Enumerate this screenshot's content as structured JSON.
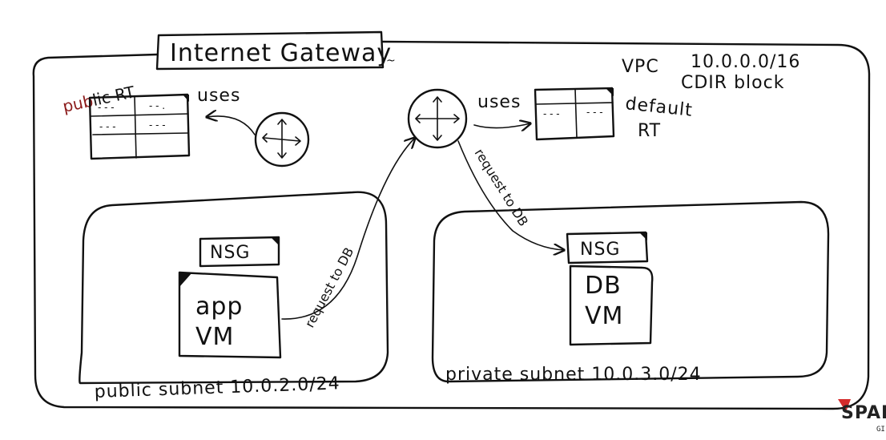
{
  "gateway": {
    "label": "Internet Gateway"
  },
  "vpc": {
    "label": "VPC",
    "cidr": "10.0.0.0/16",
    "cidr_note": "CDIR block"
  },
  "public_route_table": {
    "label_part1": "pub",
    "label_part2": "lic RT",
    "uses": "uses",
    "accent_color": "#8b1a1a"
  },
  "default_route_table": {
    "line1": "default",
    "line2": "RT",
    "uses": "uses"
  },
  "public_subnet": {
    "label": "public subnet 10.0.2.0/24",
    "nsg": "NSG",
    "vm_line1": "app",
    "vm_line2": "VM"
  },
  "private_subnet": {
    "label": "private subnet   10.0.3.0/24",
    "nsg": "NSG",
    "vm_line1": "DB",
    "vm_line2": "VM"
  },
  "requests": {
    "to_router": "request to DB",
    "to_db": "request to DB"
  },
  "logo": {
    "text": "SPAR",
    "sub": "GI",
    "color": "#d42b2b"
  }
}
